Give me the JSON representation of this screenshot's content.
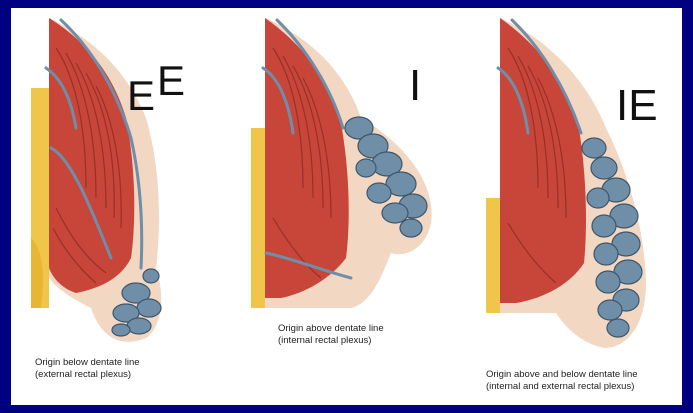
{
  "panels": [
    {
      "labels": [
        "E",
        "E"
      ],
      "caption_line1": "Origin below dentate line",
      "caption_line2": "(external rectal  plexus)"
    },
    {
      "labels": [
        "I"
      ],
      "caption_line1": "Origin above dentate line",
      "caption_line2": "(internal rectal plexus)"
    },
    {
      "labels": [
        "IE"
      ],
      "caption_line1": "Origin above and below dentate line",
      "caption_line2": "(internal and external rectal plexus)"
    }
  ],
  "colors": {
    "background": "#000080",
    "muscle": "#c8453a",
    "muscle_dark": "#8f2a22",
    "vein": "#6f8fa8",
    "vein_dark": "#3e566b",
    "skin": "#f2d7c2",
    "fat": "#f0c64a"
  }
}
